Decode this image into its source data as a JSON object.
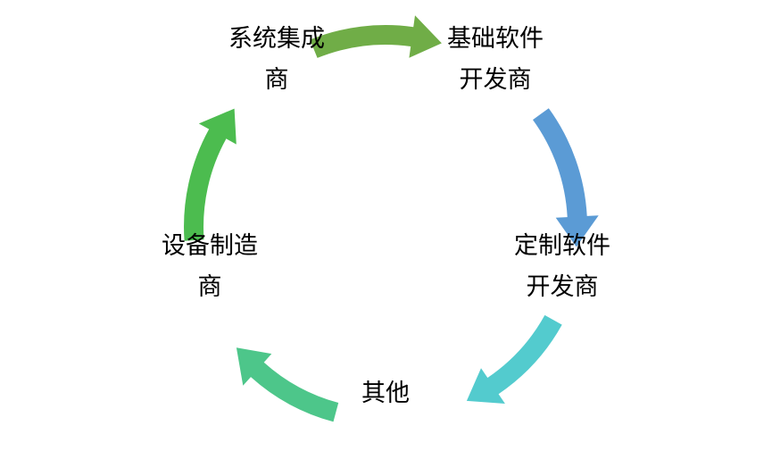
{
  "diagram": {
    "nodes": [
      {
        "id": "system-integrator",
        "lines": [
          "系统集成",
          "商"
        ]
      },
      {
        "id": "base-software",
        "lines": [
          "基础软件",
          "开发商"
        ]
      },
      {
        "id": "custom-software",
        "lines": [
          "定制软件",
          "开发商"
        ]
      },
      {
        "id": "other",
        "lines": [
          "其他"
        ]
      },
      {
        "id": "equipment-maker",
        "lines": [
          "设备制造",
          "商"
        ]
      }
    ],
    "arrows": [
      {
        "from": "system-integrator",
        "to": "base-software",
        "color": "#70ad47"
      },
      {
        "from": "base-software",
        "to": "custom-software",
        "color": "#5b9bd5"
      },
      {
        "from": "custom-software",
        "to": "other",
        "color": "#53cbce"
      },
      {
        "from": "other",
        "to": "equipment-maker",
        "color": "#4dc68a"
      },
      {
        "from": "equipment-maker",
        "to": "system-integrator",
        "color": "#4cbc4f"
      }
    ]
  }
}
